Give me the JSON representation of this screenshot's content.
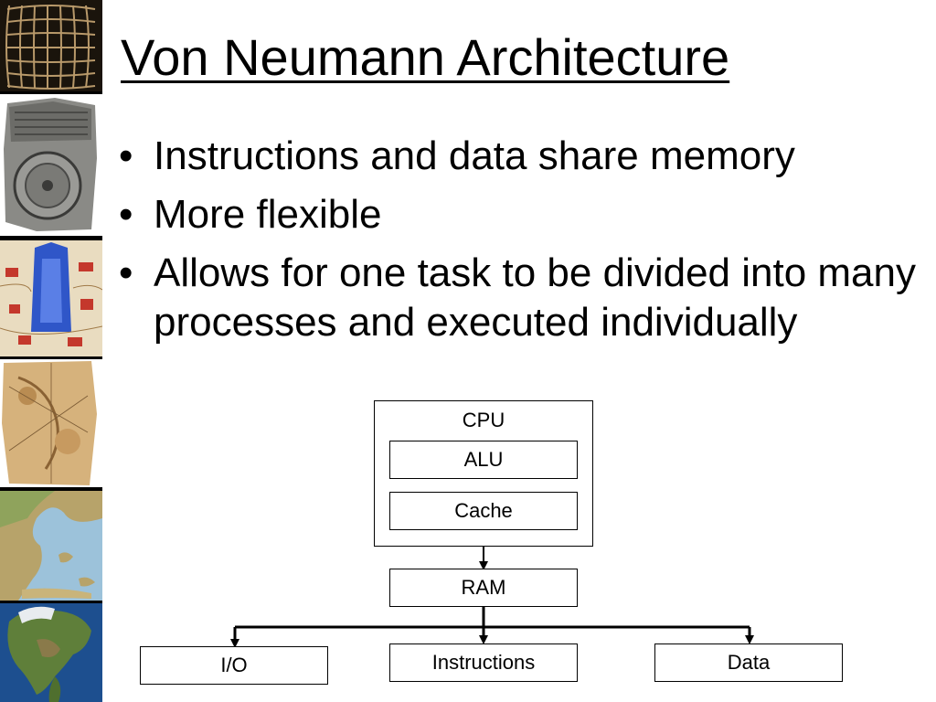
{
  "slide": {
    "title": "Von Neumann Architecture",
    "bullets": [
      "Instructions and data share memory",
      "More flexible",
      "Allows for one task to be divided into many processes and executed individually"
    ],
    "bullet_marker": "•"
  },
  "diagram": {
    "cpu_label": "CPU",
    "alu_label": "ALU",
    "cache_label": "Cache",
    "ram_label": "RAM",
    "io_label": "I/O",
    "instructions_label": "Instructions",
    "data_label": "Data"
  },
  "decor": {
    "images": [
      "grid-map-image",
      "clay-tablet-map-image",
      "medieval-map-image",
      "parchment-map-image",
      "greece-map-image",
      "north-america-globe-image"
    ]
  }
}
